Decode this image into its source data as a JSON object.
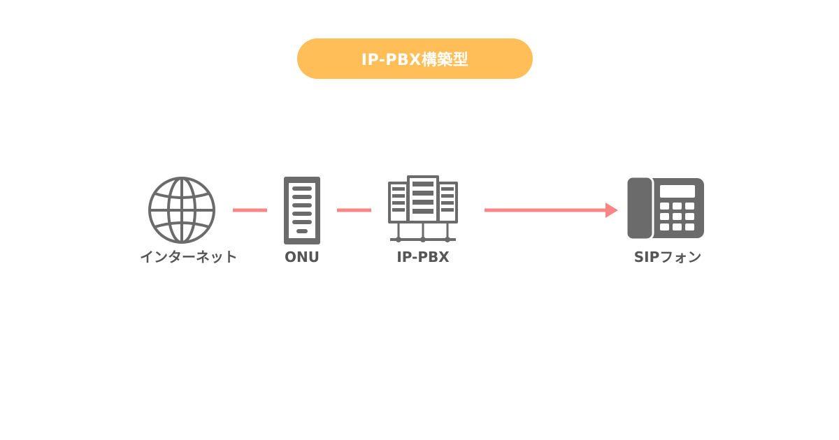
{
  "title": "IP-PBX構築型",
  "nodes": [
    {
      "id": "internet",
      "label": "インターネット",
      "icon": "globe-icon"
    },
    {
      "id": "onu",
      "label": "ONU",
      "icon": "onu-device-icon"
    },
    {
      "id": "pbx",
      "label": "IP-PBX",
      "icon": "server-rack-icon"
    },
    {
      "id": "phone",
      "label": "SIPフォン",
      "icon": "desk-phone-icon"
    }
  ],
  "edges": [
    {
      "from": "internet",
      "to": "onu",
      "style": "line"
    },
    {
      "from": "onu",
      "to": "pbx",
      "style": "line"
    },
    {
      "from": "pbx",
      "to": "phone",
      "style": "arrow"
    }
  ],
  "colors": {
    "title_bg": "#ffbe57",
    "title_text": "#ffffff",
    "icon": "#6b6b6b",
    "connector": "#f98585",
    "label": "#555555"
  }
}
